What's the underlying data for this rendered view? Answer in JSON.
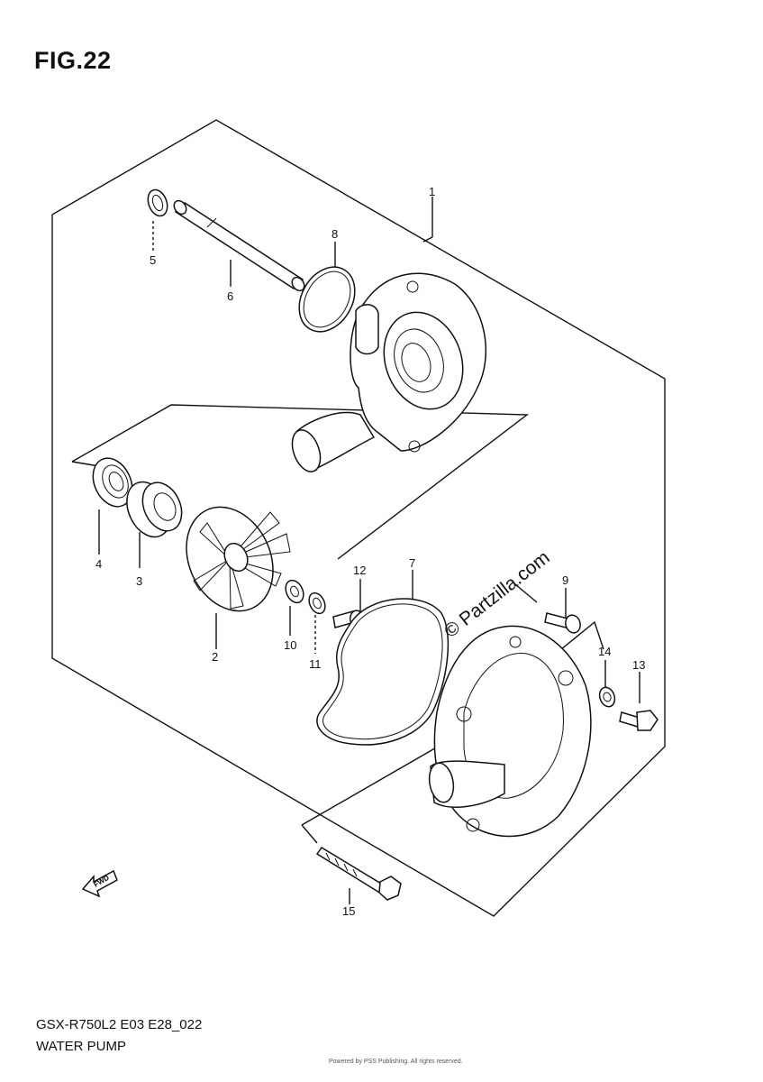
{
  "figure": {
    "title": "FIG.22",
    "model_code": "GSX-R750L2 E03 E28_022",
    "section_name": "WATER PUMP",
    "fine_print": "Powered by PSS Publishing. All rights reserved.",
    "watermark": "© Partzilla.com",
    "fwd_label": "FWD"
  },
  "callouts": [
    {
      "number": "1",
      "part": "pump-body"
    },
    {
      "number": "2",
      "part": "impeller"
    },
    {
      "number": "3",
      "part": "mechanical-seal"
    },
    {
      "number": "4",
      "part": "bearing"
    },
    {
      "number": "5",
      "part": "washer"
    },
    {
      "number": "6",
      "part": "shaft"
    },
    {
      "number": "7",
      "part": "gasket"
    },
    {
      "number": "8",
      "part": "o-ring"
    },
    {
      "number": "9",
      "part": "bolt"
    },
    {
      "number": "10",
      "part": "washer"
    },
    {
      "number": "11",
      "part": "washer"
    },
    {
      "number": "12",
      "part": "bolt"
    },
    {
      "number": "13",
      "part": "bolt"
    },
    {
      "number": "14",
      "part": "washer"
    },
    {
      "number": "15",
      "part": "bolt"
    }
  ]
}
